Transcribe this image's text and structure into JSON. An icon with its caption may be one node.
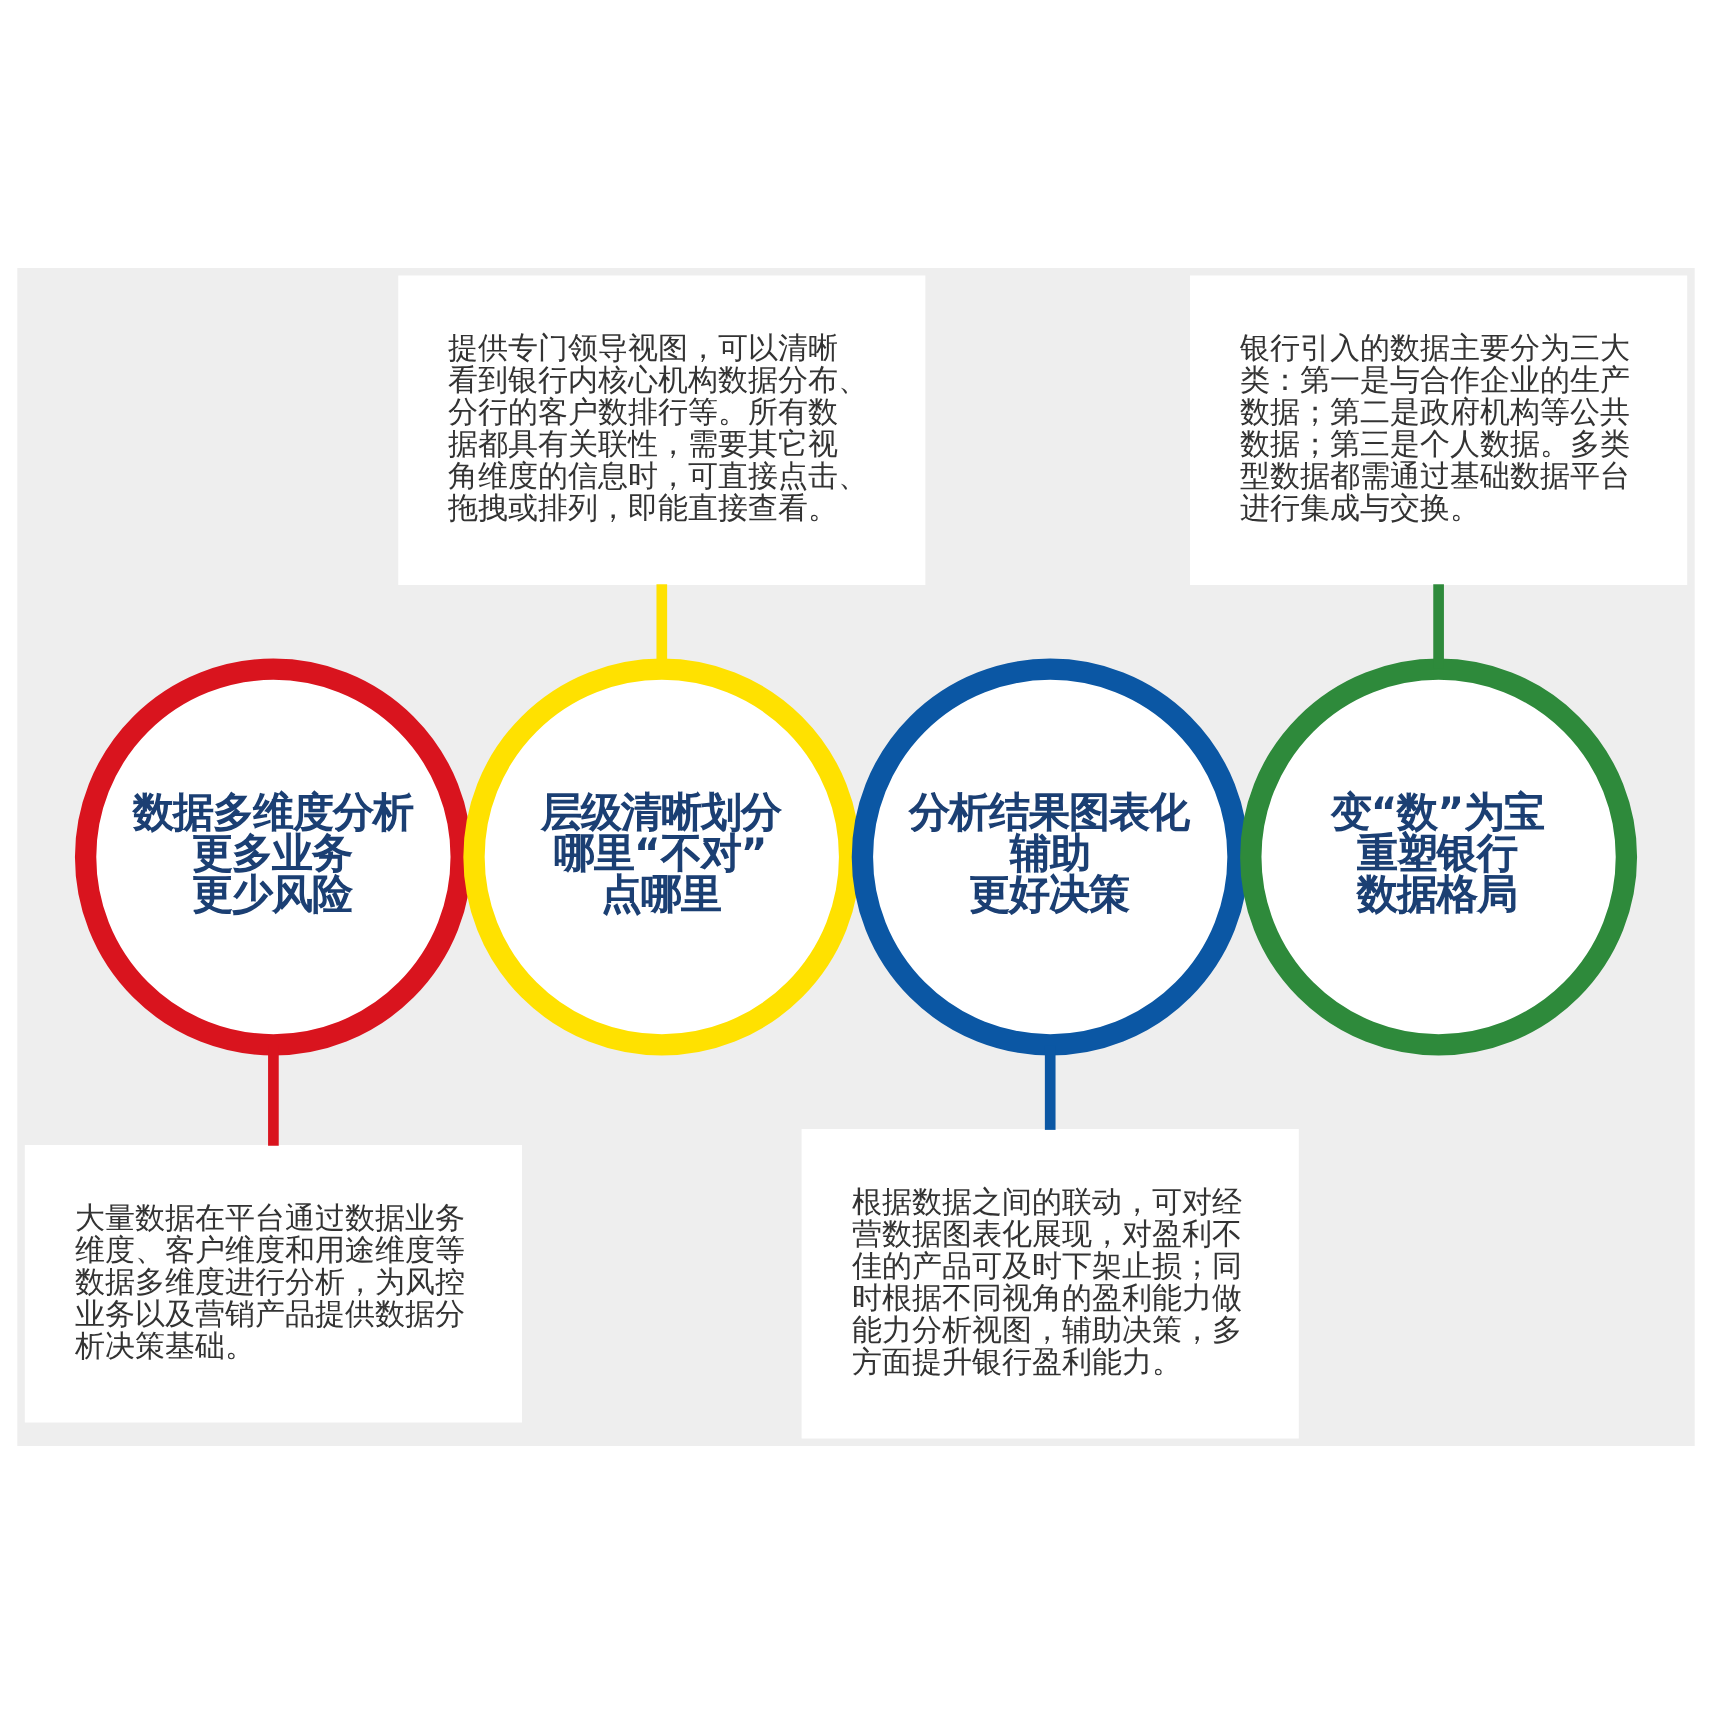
{
  "diagram": {
    "nodes": [
      {
        "text": [
          "数据多维度分析",
          "更多业务",
          "更少风险"
        ]
      },
      {
        "text": [
          "大量数据在平台通过数据业务维度、客户维度和用途维度等数据多维度进行分析，为风控业务以及营销产品提供数据分析决策基础。"
        ]
      },
      {
        "text": [
          "层级清晰划分",
          "哪里“不对”",
          "点哪里"
        ]
      },
      {
        "text": [
          "提供专门领导视图，可以清晰看到银行内核心机构数据分布、分行的客户数排行等。所有数据都具有关联性，需要其它视角维度的信息时，可直接点击、拖拽或排列，即能直接查看。"
        ]
      },
      {
        "text": [
          "分析结果图表化",
          "辅助",
          "更好决策"
        ]
      },
      {
        "text": [
          "根据数据之间的联动，可对经营数据图表化展现，对盈利不佳的产品可及时下架止损；同时根据不同视角的盈利能力做能力分析视图，辅助决策，多方面提升银行盈利能力。"
        ]
      },
      {
        "text": [
          "变“数”为宝",
          "重塑银行",
          "数据格局"
        ]
      },
      {
        "text": [
          "银行引入的数据主要分为三大类：第一是与合作企业的生产数据；第二是政府机构等公共数据；第三是个人数据。多类型数据都需通过基础数据平台进行集成与交换。"
        ]
      }
    ],
    "edges": [
      {
        "from": 0,
        "to": 1,
        "arrow": "none",
        "color": "#d9141e"
      },
      {
        "from": 3,
        "to": 2,
        "arrow": "none",
        "color": "#ffe100"
      },
      {
        "from": 4,
        "to": 5,
        "arrow": "none",
        "color": "#0b57a4"
      },
      {
        "from": 7,
        "to": 6,
        "arrow": "none",
        "color": "#2e8a3b"
      }
    ]
  }
}
